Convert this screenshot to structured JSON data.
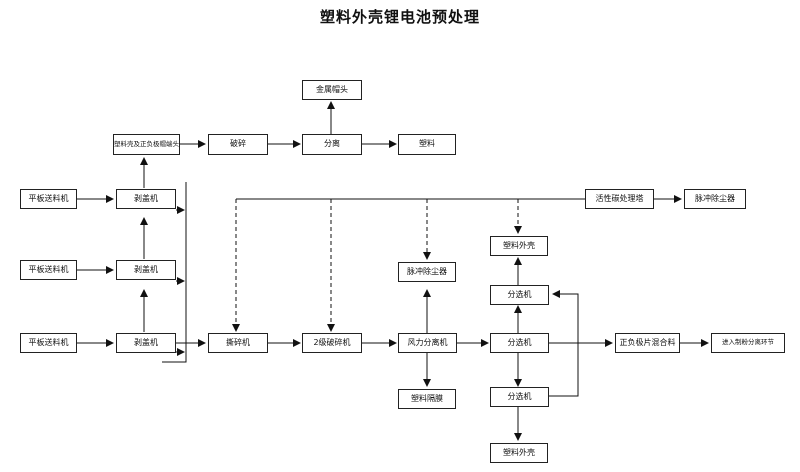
{
  "title": "塑料外壳锂电池预处理",
  "nodes": {
    "n_plastic_shell_terminal": "塑料壳及正负极帽端头",
    "n_crusher": "破碎",
    "n_separate": "分离",
    "n_plastic": "塑料",
    "n_metal_terminal": "金属帽头",
    "n_feeder_1": "平板送料机",
    "n_feeder_2": "平板送料机",
    "n_feeder_3": "平板送料机",
    "n_stripper_1": "剥盖机",
    "n_stripper_2": "剥盖机",
    "n_stripper_3": "剥盖机",
    "n_activated_carbon": "活性碳处理塔",
    "n_pulse_dust_top": "脉冲除尘器",
    "n_tear_crusher": "撕碎机",
    "n_secondary_crusher": "2级破碎机",
    "n_wind_separator": "风力分离机",
    "n_pulse_dust_mid": "脉冲除尘器",
    "n_plastic_film": "塑料隔膜",
    "n_sorter_main": "分选机",
    "n_sorter_upper": "分选机",
    "n_sorter_lower": "分选机",
    "n_shell_top": "塑料外壳",
    "n_shell_bottom": "塑料外壳",
    "n_electrode_mix": "正负极片混合料",
    "n_next_process": "进入制粉分离环节"
  }
}
